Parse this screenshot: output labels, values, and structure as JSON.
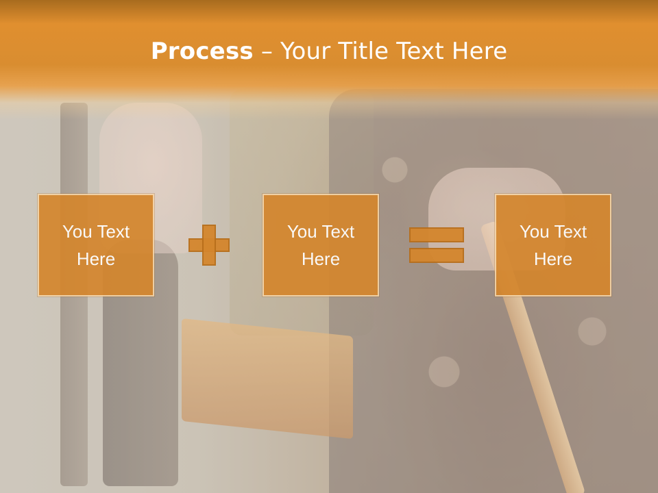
{
  "slide": {
    "title_bold": "Process",
    "title_rest": " – Your Title Text Here"
  },
  "boxes": [
    {
      "text": "You Text\nHere"
    },
    {
      "text": "You Text\nHere"
    },
    {
      "text": "You Text\nHere"
    }
  ],
  "operators": {
    "first": "plus",
    "second": "equals"
  },
  "colors": {
    "accent": "#d4862d",
    "title_band": "#e08f2f",
    "box_border": "#f4d3a6",
    "text": "#ffffff"
  }
}
